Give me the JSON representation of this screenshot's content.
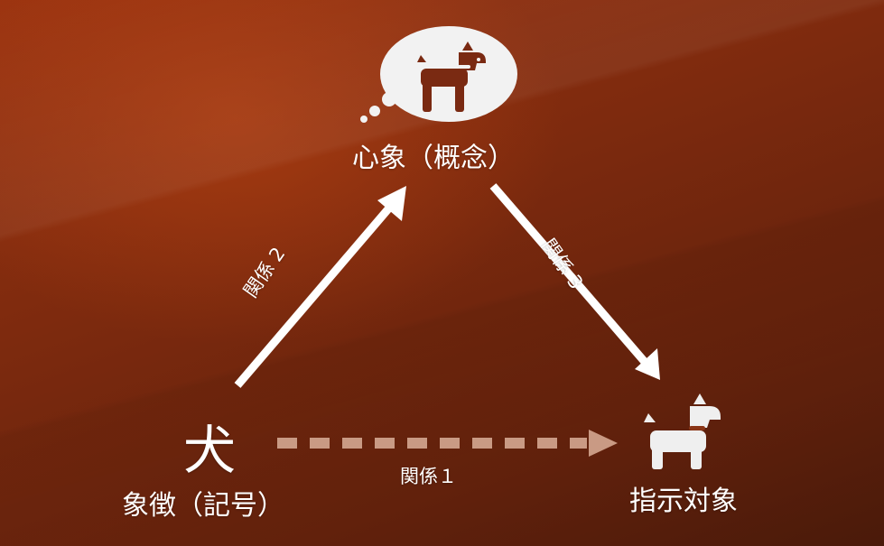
{
  "diagram": {
    "concept": {
      "label": "心象（概念）",
      "icon": "dog-icon"
    },
    "symbol": {
      "character": "犬",
      "label": "象徴（記号）"
    },
    "referent": {
      "label": "指示対象",
      "icon": "dog-icon"
    },
    "relations": {
      "relation_1": "関係１",
      "relation_2": "関係 2",
      "relation_3": "関係 3"
    },
    "colors": {
      "background": "#7d2a0e",
      "arrow": "#ffffff",
      "dashed_arrow": "#c99a84",
      "bubble": "#f2f2f2",
      "bubble_dog": "#7a2a12",
      "referent_dog": "#efefef"
    }
  }
}
